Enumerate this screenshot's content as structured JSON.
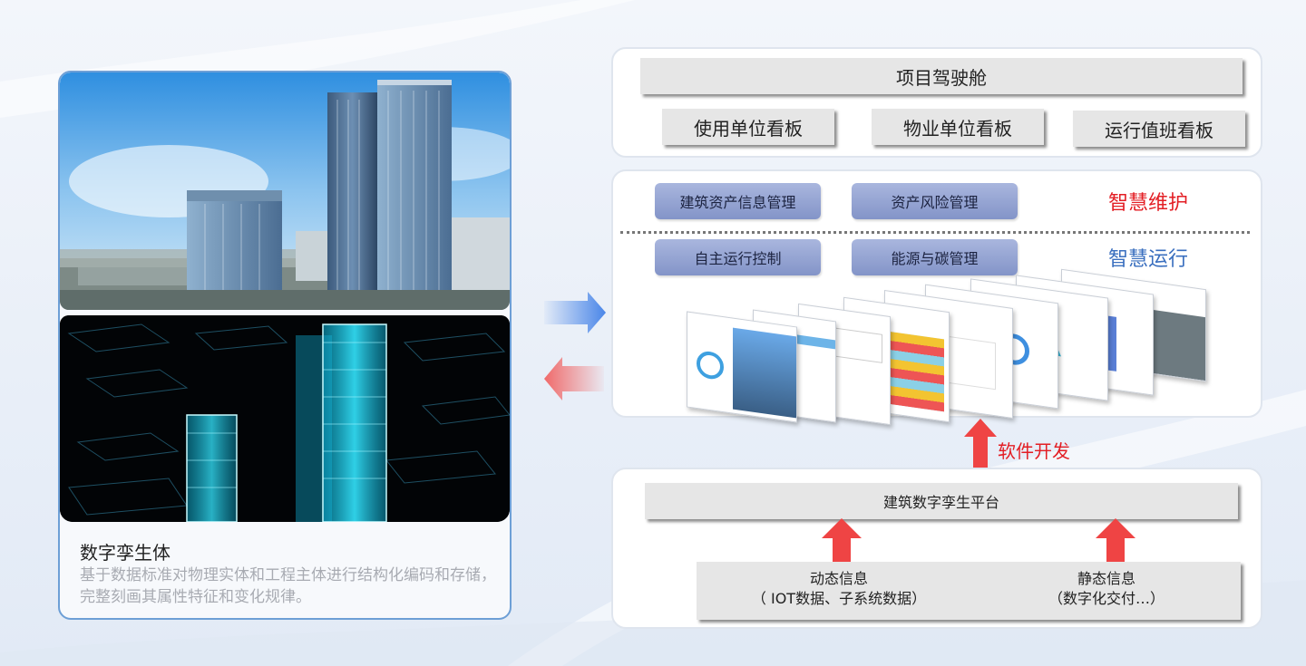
{
  "digital_twin": {
    "title": "数字孪生体",
    "description": "基于数据标准对物理实体和工程主体进行结构化编码和存储，完整刻画其属性特征和变化规律。"
  },
  "cockpit": {
    "title": "项目驾驶舱",
    "boards": [
      "使用单位看板",
      "物业单位看板",
      "运行值班看板"
    ]
  },
  "smart_maintenance": {
    "label": "智慧维护",
    "items": [
      "建筑资产信息管理",
      "资产风险管理"
    ]
  },
  "smart_operation": {
    "label": "智慧运行",
    "items": [
      "自主运行控制",
      "能源与碳管理"
    ]
  },
  "software_dev": "软件开发",
  "platform": {
    "title": "建筑数字孪生平台",
    "dynamic": {
      "title": "动态信息",
      "detail": "（ IOT数据、子系统数据）"
    },
    "static": {
      "title": "静态信息",
      "detail": "（数字化交付…）"
    }
  },
  "colors": {
    "accent_red": "#e31e24",
    "accent_blue": "#3a6fbf",
    "arrow_blue": "#4a86e8",
    "arrow_red": "#f06a6a",
    "card_border": "#6d9fd6"
  }
}
